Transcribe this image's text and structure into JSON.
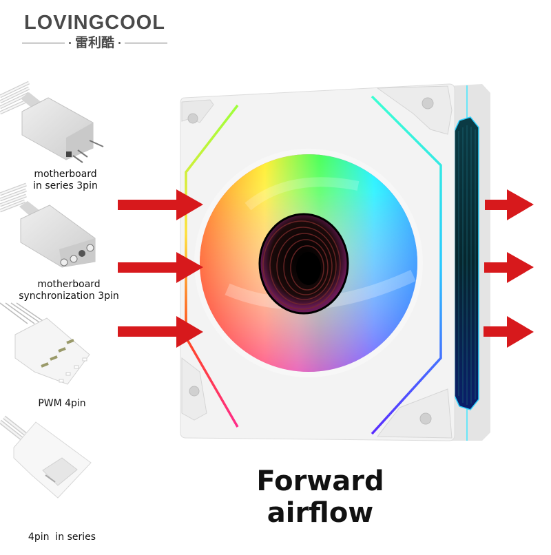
{
  "logo": {
    "brand_en": "LOVINGCOOL",
    "brand_cn": "雷利酷"
  },
  "connectors": [
    {
      "label_line1": "motherboard",
      "label_line2": "in series 3pin",
      "icon": "3pin-argb-connector-icon"
    },
    {
      "label_line1": "motherboard",
      "label_line2": "synchronization 3pin",
      "icon": "3pin-sync-connector-icon"
    },
    {
      "label_line1": "PWM 4pin",
      "label_line2": "",
      "icon": "pwm-4pin-connector-icon"
    },
    {
      "label_line1": "4pin  in series",
      "label_line2": "",
      "icon": "4pin-series-connector-icon"
    }
  ],
  "airflow": {
    "title": "Forward airflow",
    "inlet_arrows": 3,
    "outlet_arrows": 3,
    "arrow_color": "#d7191c"
  },
  "product": {
    "name": "RGB case fan",
    "frame_color": "#f2f2f2",
    "hub": "infinity-mirror"
  }
}
